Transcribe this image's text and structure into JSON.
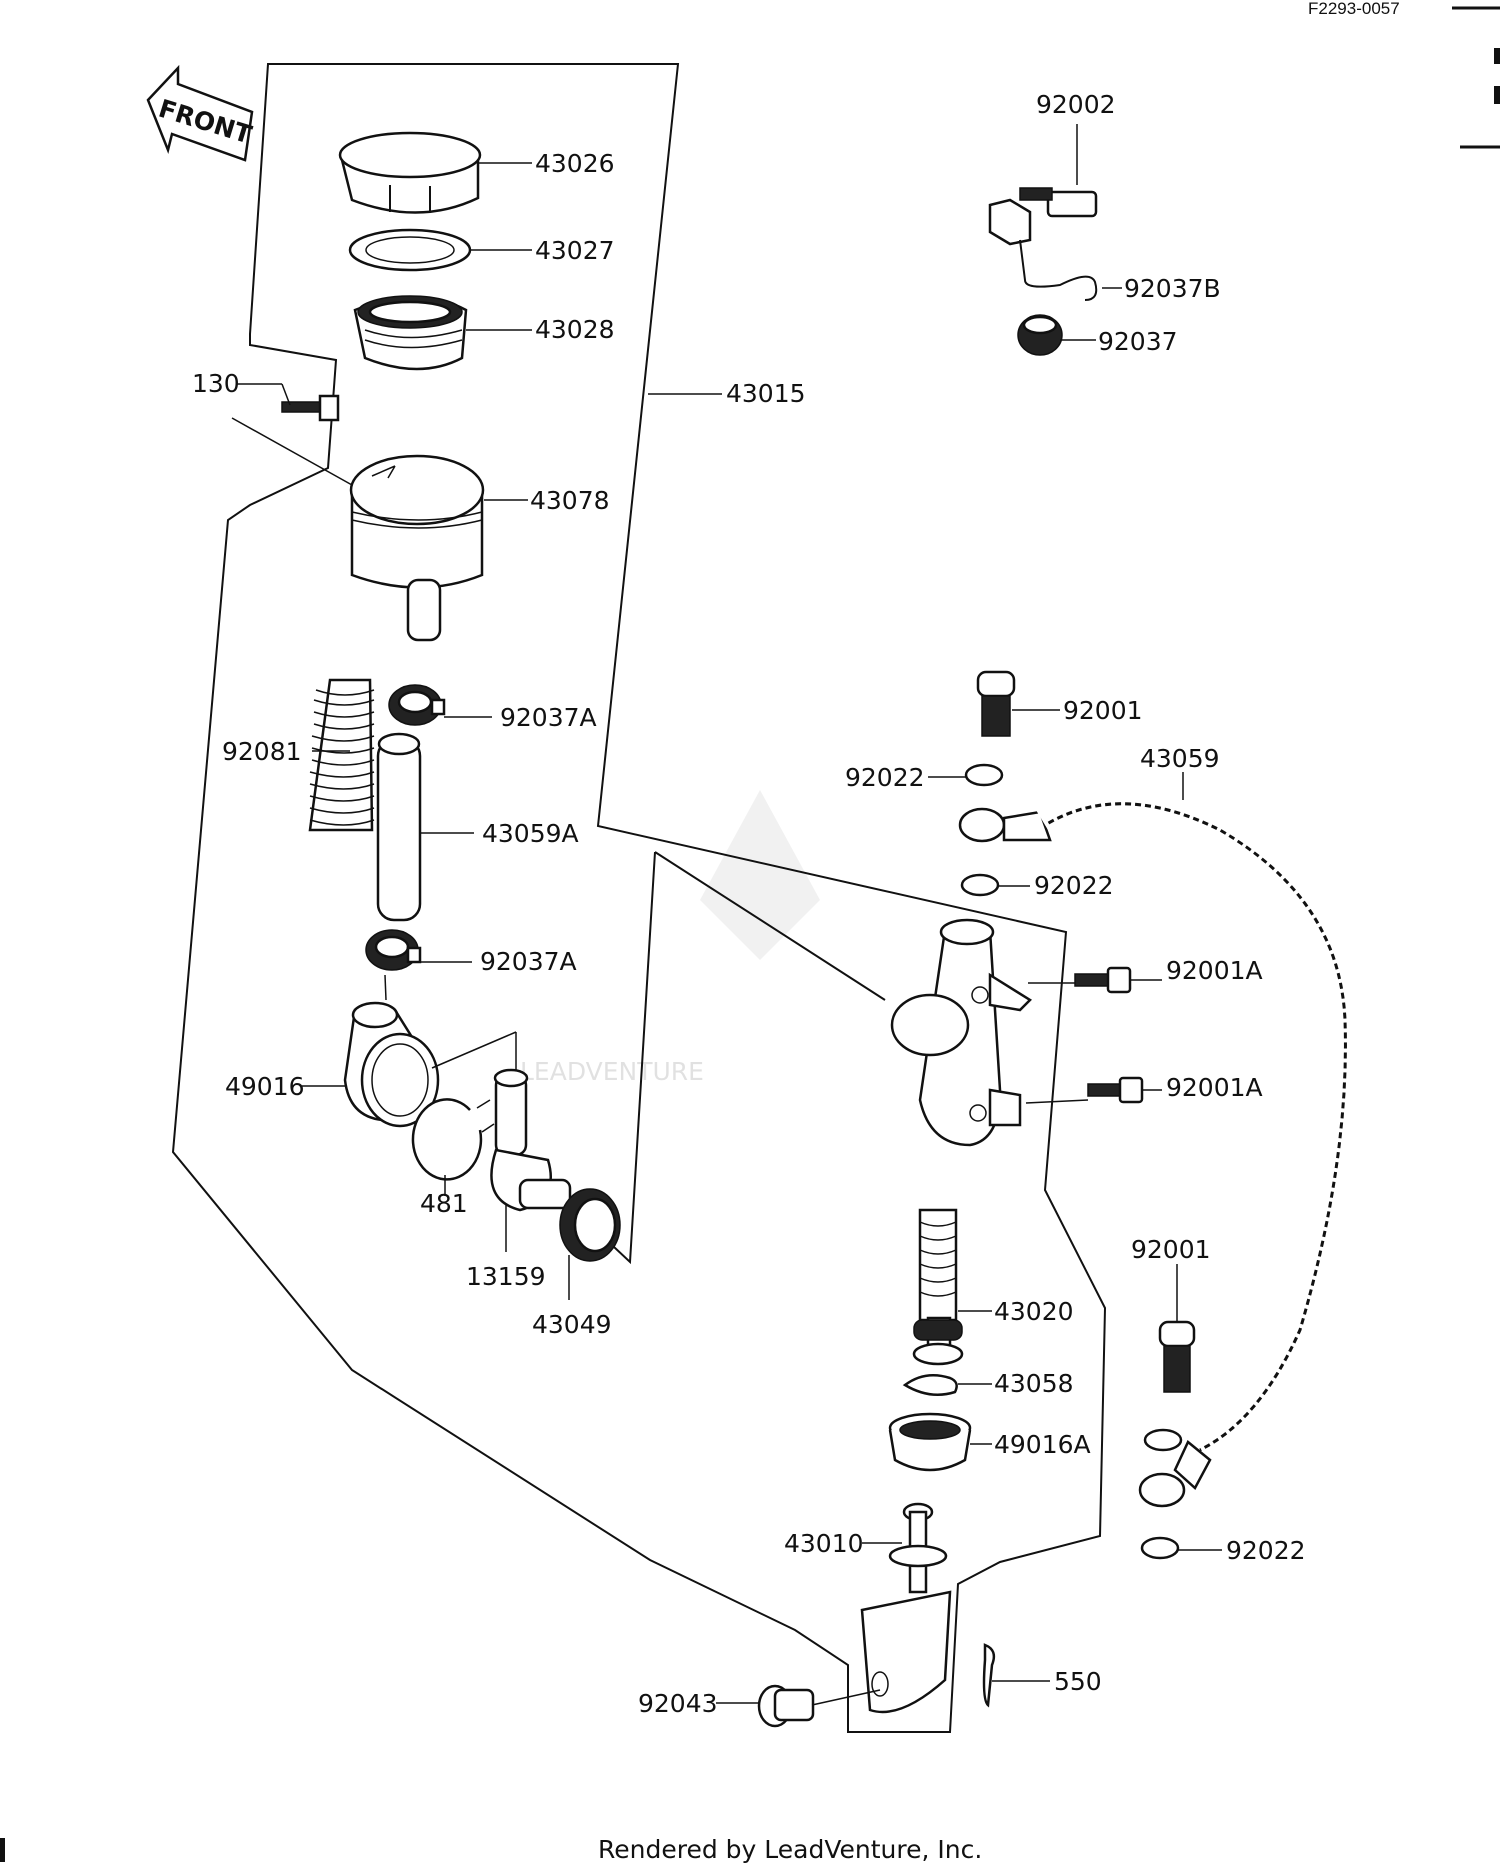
{
  "diagram": {
    "code": "F2293-0057",
    "front_label": "FRONT",
    "footer": "Rendered by LeadVenture, Inc.",
    "watermark": "LEADVENTURE",
    "callouts": [
      {
        "id": "43026",
        "label": "43026"
      },
      {
        "id": "43027",
        "label": "43027"
      },
      {
        "id": "43028",
        "label": "43028"
      },
      {
        "id": "43015",
        "label": "43015"
      },
      {
        "id": "130",
        "label": "130"
      },
      {
        "id": "43078",
        "label": "43078"
      },
      {
        "id": "92037A-top",
        "label": "92037A"
      },
      {
        "id": "92081",
        "label": "92081"
      },
      {
        "id": "43059A",
        "label": "43059A"
      },
      {
        "id": "92037A-bottom",
        "label": "92037A"
      },
      {
        "id": "49016",
        "label": "49016"
      },
      {
        "id": "481",
        "label": "481"
      },
      {
        "id": "13159",
        "label": "13159"
      },
      {
        "id": "43049",
        "label": "43049"
      },
      {
        "id": "92002",
        "label": "92002"
      },
      {
        "id": "92037B",
        "label": "92037B"
      },
      {
        "id": "92037",
        "label": "92037"
      },
      {
        "id": "92001-top",
        "label": "92001"
      },
      {
        "id": "43059",
        "label": "43059"
      },
      {
        "id": "92022-a",
        "label": "92022"
      },
      {
        "id": "92022-b",
        "label": "92022"
      },
      {
        "id": "92001A-top",
        "label": "92001A"
      },
      {
        "id": "92001A-bottom",
        "label": "92001A"
      },
      {
        "id": "92001-bottom",
        "label": "92001"
      },
      {
        "id": "43020",
        "label": "43020"
      },
      {
        "id": "43058",
        "label": "43058"
      },
      {
        "id": "49016A",
        "label": "49016A"
      },
      {
        "id": "43010",
        "label": "43010"
      },
      {
        "id": "92022-c",
        "label": "92022"
      },
      {
        "id": "550",
        "label": "550"
      },
      {
        "id": "92043",
        "label": "92043"
      }
    ]
  }
}
